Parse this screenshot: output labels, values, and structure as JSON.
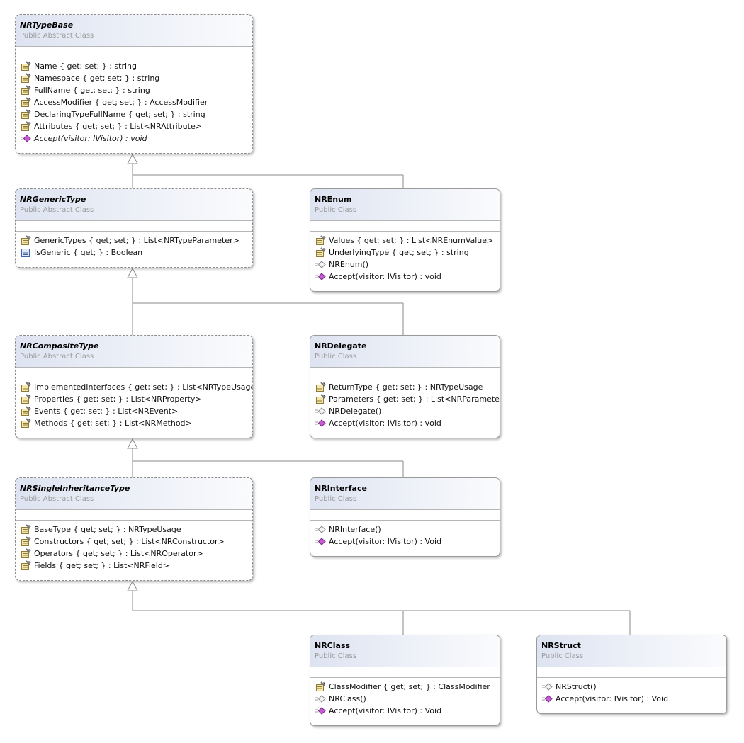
{
  "diagram": {
    "classes": [
      {
        "id": "NRTypeBase",
        "name": "NRTypeBase",
        "type": "Public Abstract Class",
        "abstract": true,
        "members": [
          {
            "icon": "property-icon",
            "text": "Name { get; set; } : string",
            "italic": false
          },
          {
            "icon": "property-icon",
            "text": "Namespace { get; set; } : string",
            "italic": false
          },
          {
            "icon": "property-icon",
            "text": "FullName { get; set; } : string",
            "italic": false
          },
          {
            "icon": "property-icon",
            "text": "AccessModifier { get; set; } : AccessModifier",
            "italic": false
          },
          {
            "icon": "property-icon",
            "text": "DeclaringTypeFullName { get; set; } : string",
            "italic": false
          },
          {
            "icon": "property-icon",
            "text": "Attributes { get; set; } : List<NRAttribute>",
            "italic": false
          },
          {
            "icon": "method-icon",
            "text": "Accept(visitor: IVisitor) : void",
            "italic": true
          }
        ]
      },
      {
        "id": "NRGenericType",
        "name": "NRGenericType",
        "type": "Public Abstract Class",
        "abstract": true,
        "members": [
          {
            "icon": "property-icon",
            "text": "GenericTypes { get; set; } : List<NRTypeParameter>",
            "italic": false
          },
          {
            "icon": "readonly-property-icon",
            "text": "IsGeneric { get; } : Boolean",
            "italic": false
          }
        ]
      },
      {
        "id": "NREnum",
        "name": "NREnum",
        "type": "Public Class",
        "abstract": false,
        "members": [
          {
            "icon": "property-icon",
            "text": "Values { get; set; } : List<NREnumValue>",
            "italic": false
          },
          {
            "icon": "property-icon",
            "text": "UnderlyingType { get; set; } : string",
            "italic": false
          },
          {
            "icon": "constructor-icon",
            "text": "NREnum()",
            "italic": false
          },
          {
            "icon": "method-icon",
            "text": "Accept(visitor: IVisitor) : void",
            "italic": false
          }
        ]
      },
      {
        "id": "NRCompositeType",
        "name": "NRCompositeType",
        "type": "Public Abstract Class",
        "abstract": true,
        "members": [
          {
            "icon": "property-icon",
            "text": "ImplementedInterfaces { get; set; } : List<NRTypeUsage>",
            "italic": false
          },
          {
            "icon": "property-icon",
            "text": "Properties { get; set; } : List<NRProperty>",
            "italic": false
          },
          {
            "icon": "property-icon",
            "text": "Events { get; set; } : List<NREvent>",
            "italic": false
          },
          {
            "icon": "property-icon",
            "text": "Methods { get; set; } : List<NRMethod>",
            "italic": false
          }
        ]
      },
      {
        "id": "NRDelegate",
        "name": "NRDelegate",
        "type": "Public Class",
        "abstract": false,
        "members": [
          {
            "icon": "property-icon",
            "text": "ReturnType { get; set; } : NRTypeUsage",
            "italic": false
          },
          {
            "icon": "property-icon",
            "text": "Parameters { get; set; } : List<NRParameter>",
            "italic": false
          },
          {
            "icon": "constructor-icon",
            "text": "NRDelegate()",
            "italic": false
          },
          {
            "icon": "method-icon",
            "text": "Accept(visitor: IVisitor) : void",
            "italic": false
          }
        ]
      },
      {
        "id": "NRSingleInheritanceType",
        "name": "NRSingleInheritanceType",
        "type": "Public Abstract Class",
        "abstract": true,
        "members": [
          {
            "icon": "property-icon",
            "text": "BaseType { get; set; } : NRTypeUsage",
            "italic": false
          },
          {
            "icon": "property-icon",
            "text": "Constructors { get; set; } : List<NRConstructor>",
            "italic": false
          },
          {
            "icon": "property-icon",
            "text": "Operators { get; set; } : List<NROperator>",
            "italic": false
          },
          {
            "icon": "property-icon",
            "text": "Fields { get; set; } : List<NRField>",
            "italic": false
          }
        ]
      },
      {
        "id": "NRInterface",
        "name": "NRInterface",
        "type": "Public Class",
        "abstract": false,
        "members": [
          {
            "icon": "constructor-icon",
            "text": "NRInterface()",
            "italic": false
          },
          {
            "icon": "method-icon",
            "text": "Accept(visitor: IVisitor) : Void",
            "italic": false
          }
        ]
      },
      {
        "id": "NRClass",
        "name": "NRClass",
        "type": "Public Class",
        "abstract": false,
        "members": [
          {
            "icon": "property-icon",
            "text": "ClassModifier { get; set; } : ClassModifier",
            "italic": false
          },
          {
            "icon": "constructor-icon",
            "text": "NRClass()",
            "italic": false
          },
          {
            "icon": "method-icon",
            "text": "Accept(visitor: IVisitor) : Void",
            "italic": false
          }
        ]
      },
      {
        "id": "NRStruct",
        "name": "NRStruct",
        "type": "Public Class",
        "abstract": false,
        "members": [
          {
            "icon": "constructor-icon",
            "text": "NRStruct()",
            "italic": false
          },
          {
            "icon": "method-icon",
            "text": "Accept(visitor: IVisitor) : Void",
            "italic": false
          }
        ]
      }
    ],
    "inheritance": [
      {
        "child": "NRGenericType",
        "parent": "NRTypeBase"
      },
      {
        "child": "NREnum",
        "parent": "NRTypeBase"
      },
      {
        "child": "NRCompositeType",
        "parent": "NRGenericType"
      },
      {
        "child": "NRDelegate",
        "parent": "NRGenericType"
      },
      {
        "child": "NRSingleInheritanceType",
        "parent": "NRCompositeType"
      },
      {
        "child": "NRInterface",
        "parent": "NRCompositeType"
      },
      {
        "child": "NRClass",
        "parent": "NRSingleInheritanceType"
      },
      {
        "child": "NRStruct",
        "parent": "NRSingleInheritanceType"
      }
    ]
  }
}
